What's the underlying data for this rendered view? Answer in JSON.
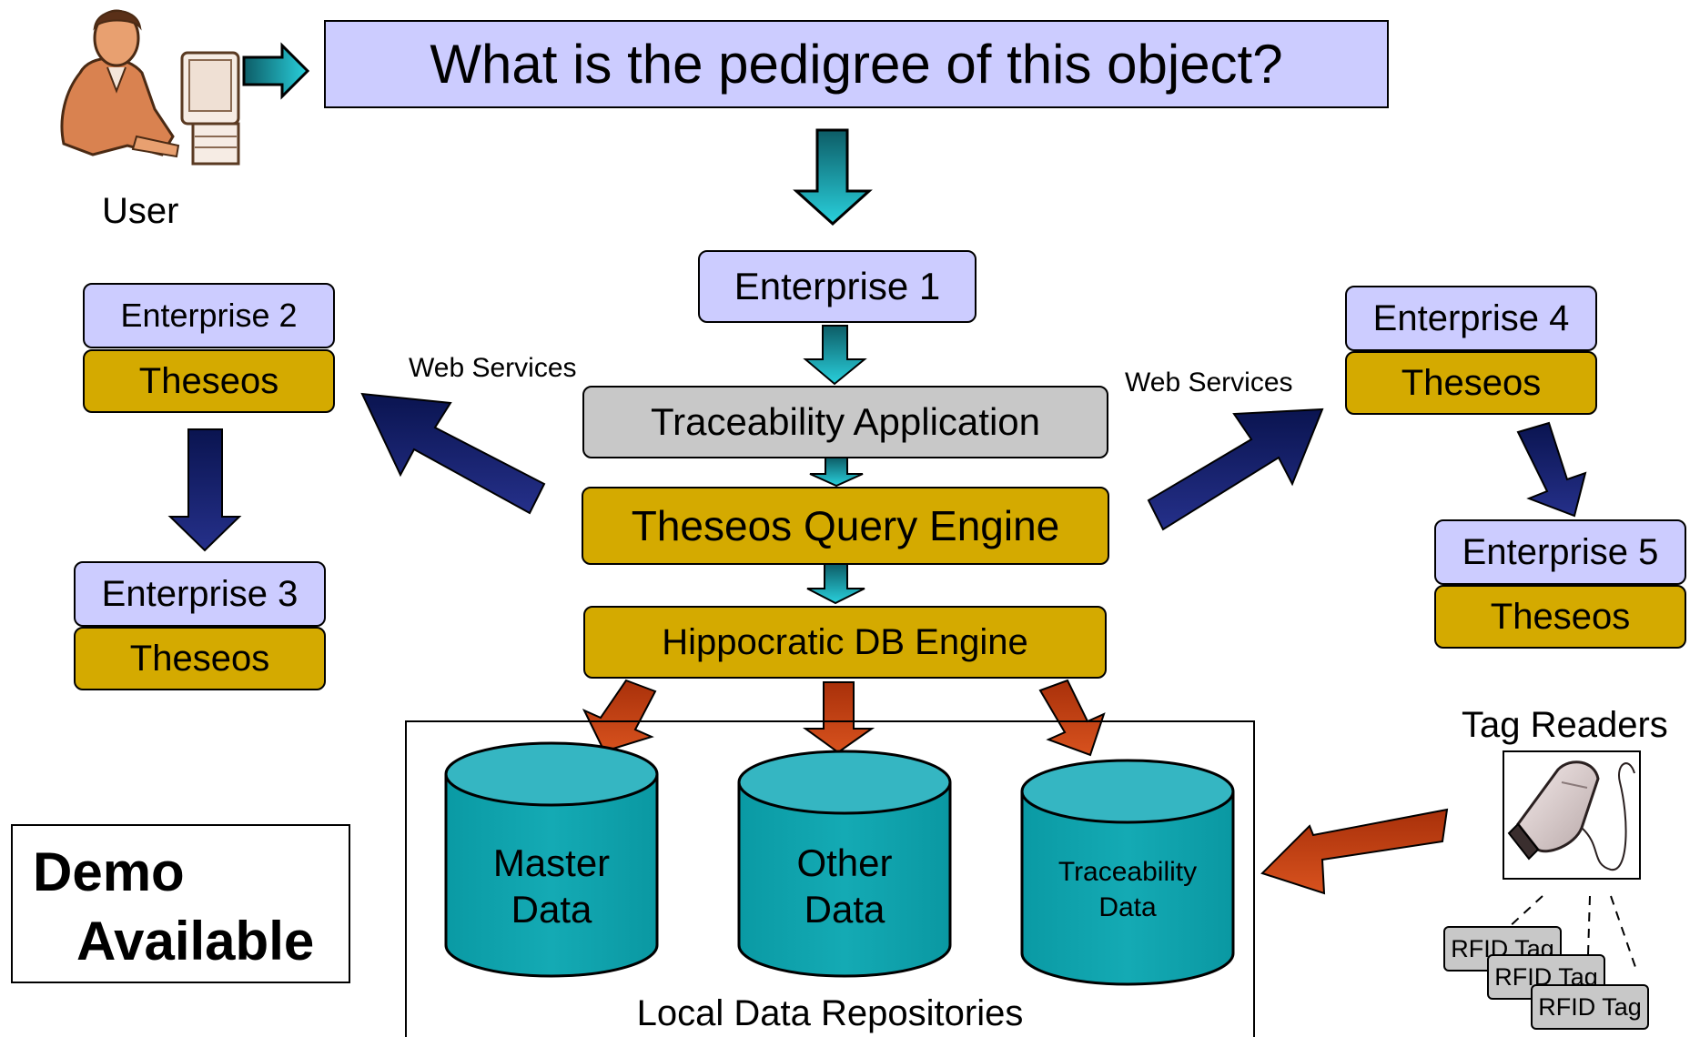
{
  "question": "What is the pedigree of this object?",
  "user_label": "User",
  "center": {
    "enterprise": "Enterprise 1",
    "traceability_app": "Traceability Application",
    "query_engine": "Theseos Query Engine",
    "db_engine": "Hippocratic DB Engine"
  },
  "left": {
    "e2": "Enterprise 2",
    "e2_theseos": "Theseos",
    "e3": "Enterprise 3",
    "e3_theseos": "Theseos",
    "web_services": "Web Services"
  },
  "right": {
    "e4": "Enterprise 4",
    "e4_theseos": "Theseos",
    "e5": "Enterprise 5",
    "e5_theseos": "Theseos",
    "web_services": "Web Services"
  },
  "repositories": {
    "master": [
      "Master",
      "Data"
    ],
    "other": [
      "Other",
      "Data"
    ],
    "traceability": [
      "Traceability",
      "Data"
    ],
    "caption": "Local Data Repositories"
  },
  "tags": {
    "readers_label": "Tag Readers",
    "rfid": [
      "RFID Tag",
      "RFID Tag",
      "RFID Tag"
    ]
  },
  "demo": [
    "Demo",
    "Available"
  ],
  "colors": {
    "lavender": "#ccccff",
    "gold": "#d4aa00",
    "gray": "#c8c8c8",
    "teal": "#1a9aa6",
    "navy": "#0d1a5c",
    "rust": "#c24414"
  }
}
